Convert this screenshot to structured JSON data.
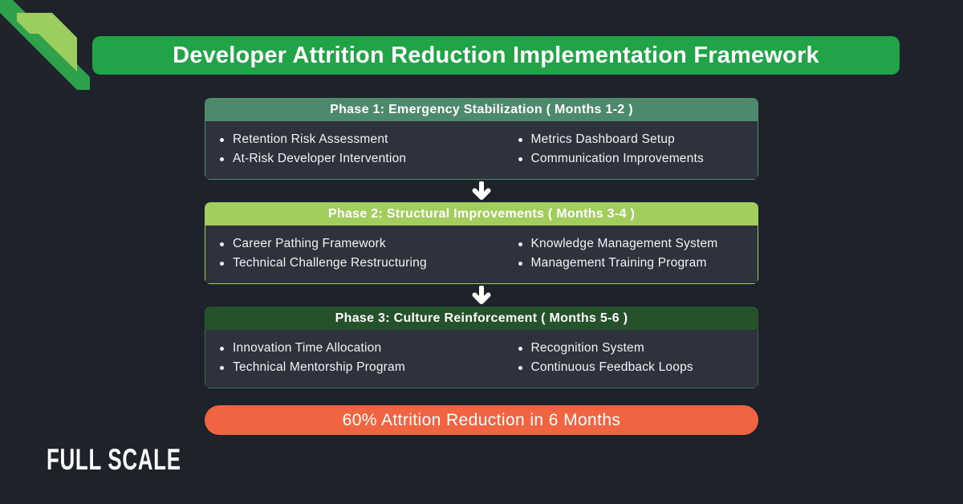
{
  "title": {
    "text": "Developer Attrition Reduction Implementation Framework",
    "bg_color": "#21A347"
  },
  "phases": [
    {
      "header": "Phase 1: Emergency Stabilization ( Months 1-2 )",
      "accent_color": "#4C8A6B",
      "bullets_left": [
        "Retention Risk Assessment",
        "At-Risk Developer Intervention"
      ],
      "bullets_right": [
        "Metrics Dashboard Setup",
        "Communication Improvements"
      ]
    },
    {
      "header": "Phase 2: Structural Improvements ( Months 3-4 )",
      "accent_color": "#A2CE5E",
      "bullets_left": [
        "Career Pathing Framework",
        "Technical Challenge Restructuring"
      ],
      "bullets_right": [
        "Knowledge Management System",
        "Management Training Program"
      ]
    },
    {
      "header": "Phase 3: Culture Reinforcement ( Months 5-6 )",
      "accent_color": "#26522B",
      "bullets_left": [
        "Innovation Time Allocation",
        "Technical Mentorship Program"
      ],
      "bullets_right": [
        "Recognition System",
        "Continuous Feedback Loops"
      ]
    }
  ],
  "result_banner": {
    "text": "60% Attrition Reduction in 6 Months",
    "bg_color": "#F06442"
  },
  "logo": {
    "text": "FULL SCALE"
  },
  "colors": {
    "background": "#1E222B",
    "card_body": "#2D323C",
    "text_light": "#F2F3F4",
    "ribbon_dark_green": "#2FA14B",
    "ribbon_light_green": "#9CCD5F",
    "arrow": "#FFFFFF"
  }
}
